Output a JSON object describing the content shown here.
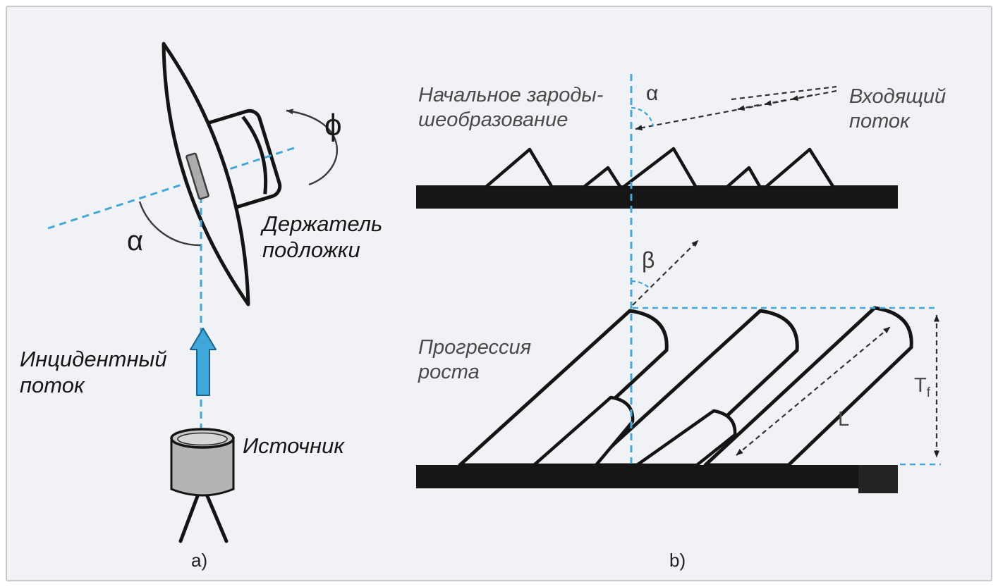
{
  "figure": {
    "type": "glancing-angle-deposition-schematic",
    "panel_a_caption": "a)",
    "panel_b_caption": "b)"
  },
  "colors": {
    "bg": "#f1f2f5",
    "border": "#c9c9cd",
    "accent_blue": "#45a7d8",
    "line": "#141414",
    "bar": "#161616",
    "text_gray": "#4a4a4a",
    "text_dark": "#161616",
    "flux_fill": "#3fa7da",
    "flux_stroke": "#17618d"
  },
  "panel_a": {
    "holder_label_line1": "Держатель",
    "holder_label_line2": "подложки",
    "incident_flux_label_line1": "Инцидентный",
    "incident_flux_label_line2": "поток",
    "source_label": "Источник",
    "tilt_angle_symbol": "α",
    "rotation_angle_symbol": "ϕ"
  },
  "panel_b": {
    "nucleation_label_line1": "Начальное зароды-",
    "nucleation_label_line2": "шеобразование",
    "incoming_flux_label_line1": "Входящий",
    "incoming_flux_label_line2": "поток",
    "growth_label_line1": "Прогрессия",
    "growth_label_line2": "роста",
    "flux_angle_symbol": "α",
    "column_angle_symbol": "β",
    "film_thickness_symbol": "T",
    "film_thickness_subscript": "f",
    "column_length_symbol": "L"
  }
}
